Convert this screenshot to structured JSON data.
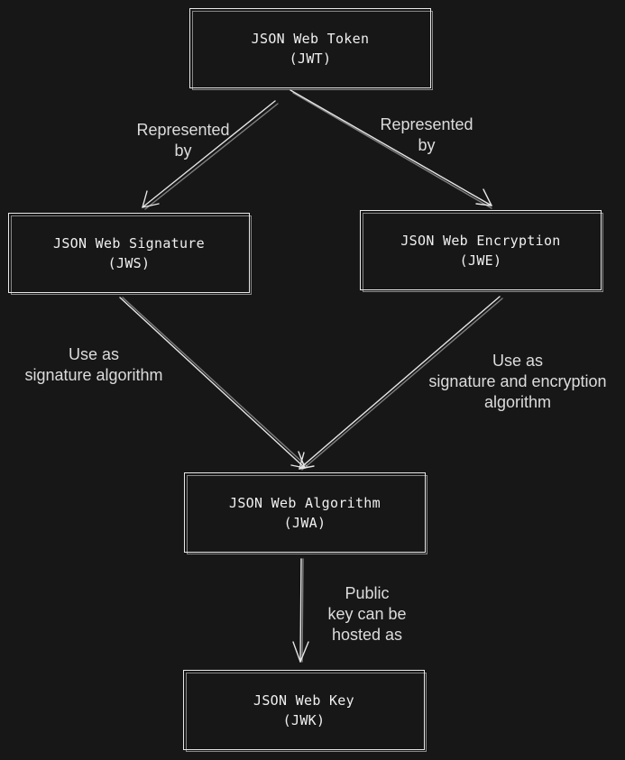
{
  "nodes": {
    "jwt": {
      "line1": "JSON Web Token",
      "line2": "(JWT)"
    },
    "jws": {
      "line1": "JSON Web Signature",
      "line2": "(JWS)"
    },
    "jwe": {
      "line1": "JSON Web Encryption",
      "line2": "(JWE)"
    },
    "jwa": {
      "line1": "JSON Web Algorithm",
      "line2": "(JWA)"
    },
    "jwk": {
      "line1": "JSON Web Key",
      "line2": "(JWK)"
    }
  },
  "edges": {
    "jwt_to_jws": {
      "lines": [
        "Represented",
        "by"
      ]
    },
    "jwt_to_jwe": {
      "lines": [
        "Represented",
        "by"
      ]
    },
    "jws_to_jwa": {
      "lines": [
        "Use as",
        "signature algorithm"
      ]
    },
    "jwe_to_jwa": {
      "lines": [
        "Use as",
        "signature and encryption",
        "algorithm"
      ]
    },
    "jwa_to_jwk": {
      "lines": [
        "Public",
        "key can be",
        "hosted as"
      ]
    }
  },
  "colors": {
    "background": "#171717",
    "stroke": "#e8e8e8",
    "text": "#f0f0f0"
  }
}
